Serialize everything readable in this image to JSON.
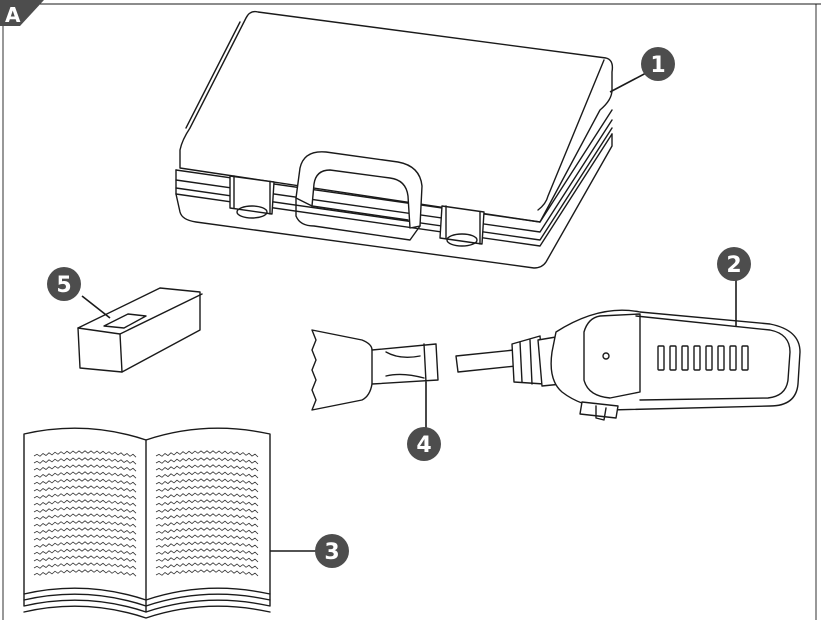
{
  "figure": {
    "panel_label": "A",
    "accent_color": "#4d4d4d",
    "callouts": [
      {
        "id": "1",
        "label": "1"
      },
      {
        "id": "2",
        "label": "2"
      },
      {
        "id": "3",
        "label": "3"
      },
      {
        "id": "4",
        "label": "4"
      },
      {
        "id": "5",
        "label": "5"
      }
    ]
  }
}
